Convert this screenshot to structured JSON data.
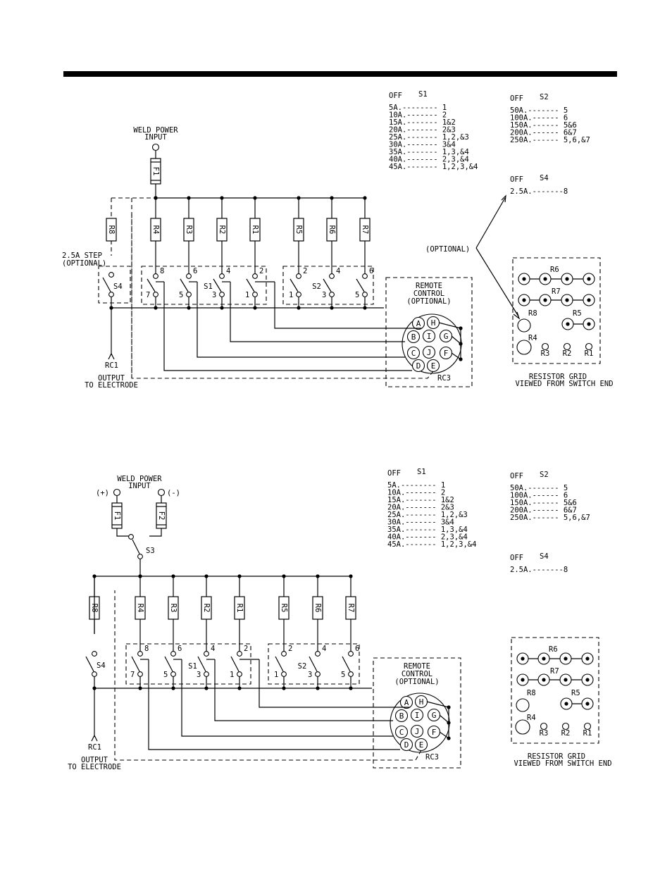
{
  "diagram_1": {
    "power_input": [
      "WELD POWER",
      "INPUT"
    ],
    "fuse": "F1",
    "resistors": [
      "R8",
      "R4",
      "R3",
      "R2",
      "R1",
      "R5",
      "R6",
      "R7"
    ],
    "step_label": [
      "2.5A STEP",
      "(OPTIONAL)"
    ],
    "optional_label": "(OPTIONAL)",
    "s4_label": "S4",
    "s1_label": "S1",
    "s2_label": "S2",
    "s1_top_terms": [
      "8",
      "6",
      "4",
      "2"
    ],
    "s1_bottom_terms": [
      "7",
      "5",
      "3",
      "1"
    ],
    "s2_top_terms": [
      "2",
      "4",
      "6"
    ],
    "s2_bottom_terms": [
      "1",
      "3",
      "5"
    ],
    "remote": [
      "REMOTE",
      "CONTROL",
      "(OPTIONAL)"
    ],
    "rc3": "RC3",
    "rc1": "RC1",
    "output": [
      "OUTPUT",
      "TO ELECTRODE"
    ],
    "pins": [
      "A",
      "H",
      "B",
      "I",
      "G",
      "C",
      "J",
      "F",
      "D",
      "E"
    ],
    "s1_table": {
      "header": [
        "OFF",
        "S1"
      ],
      "rows": [
        "5A.-------- 1",
        "10A.------- 2",
        "15A.------- 1&2",
        "20A.------- 2&3",
        "25A.------- 1,2,&3",
        "30A.------- 3&4",
        "35A.------- 1,3,&4",
        "40A.------- 2,3,&4",
        "45A.------- 1,2,3,&4"
      ]
    },
    "s2_table": {
      "header": [
        "OFF",
        "S2"
      ],
      "rows": [
        "50A.------- 5",
        "100A.------ 6",
        "150A.------ 5&6",
        "200A.------ 6&7",
        "250A.------ 5,6,&7"
      ]
    },
    "s4_table": {
      "header": [
        "OFF",
        "S4"
      ],
      "rows": [
        "2.5A.-------8"
      ]
    },
    "grid": {
      "labels": [
        "R6",
        "R7",
        "R8",
        "R5",
        "R4",
        "R3",
        "R2",
        "R1"
      ],
      "caption": [
        "RESISTOR GRID",
        "VIEWED FROM SWITCH END"
      ]
    }
  },
  "diagram_2": {
    "power_input": [
      "WELD POWER",
      "INPUT"
    ],
    "polarity": [
      "(+)",
      "(-)"
    ],
    "fuses": [
      "F1",
      "F2"
    ],
    "s3_label": "S3",
    "resistors": [
      "R8",
      "R4",
      "R3",
      "R2",
      "R1",
      "R5",
      "R6",
      "R7"
    ],
    "s4_label": "S4",
    "s1_label": "S1",
    "s2_label": "S2",
    "s1_top_terms": [
      "8",
      "6",
      "4",
      "2"
    ],
    "s1_bottom_terms": [
      "7",
      "5",
      "3",
      "1"
    ],
    "s2_top_terms": [
      "2",
      "4",
      "6"
    ],
    "s2_bottom_terms": [
      "1",
      "3",
      "5"
    ],
    "remote": [
      "REMOTE",
      "CONTROL",
      "(OPTIONAL)"
    ],
    "rc3": "RC3",
    "rc1": "RC1",
    "output": [
      "OUTPUT",
      "TO ELECTRODE"
    ],
    "pins": [
      "A",
      "H",
      "B",
      "I",
      "G",
      "C",
      "J",
      "F",
      "D",
      "E"
    ],
    "s1_table": {
      "header": [
        "OFF",
        "S1"
      ],
      "rows": [
        "5A.-------- 1",
        "10A.------- 2",
        "15A.------- 1&2",
        "20A.------- 2&3",
        "25A.------- 1,2,&3",
        "30A.------- 3&4",
        "35A.------- 1,3,&4",
        "40A.------- 2,3,&4",
        "45A.------- 1,2,3,&4"
      ]
    },
    "s2_table": {
      "header": [
        "OFF",
        "S2"
      ],
      "rows": [
        "50A.------- 5",
        "100A.------ 6",
        "150A.------ 5&6",
        "200A.------ 6&7",
        "250A.------ 5,6,&7"
      ]
    },
    "s4_table": {
      "header": [
        "OFF",
        "S4"
      ],
      "rows": [
        "2.5A.-------8"
      ]
    },
    "grid": {
      "labels": [
        "R6",
        "R7",
        "R8",
        "R5",
        "R4",
        "R3",
        "R2",
        "R1"
      ],
      "caption": [
        "RESISTOR GRID",
        "VIEWED FROM SWITCH END"
      ]
    }
  }
}
